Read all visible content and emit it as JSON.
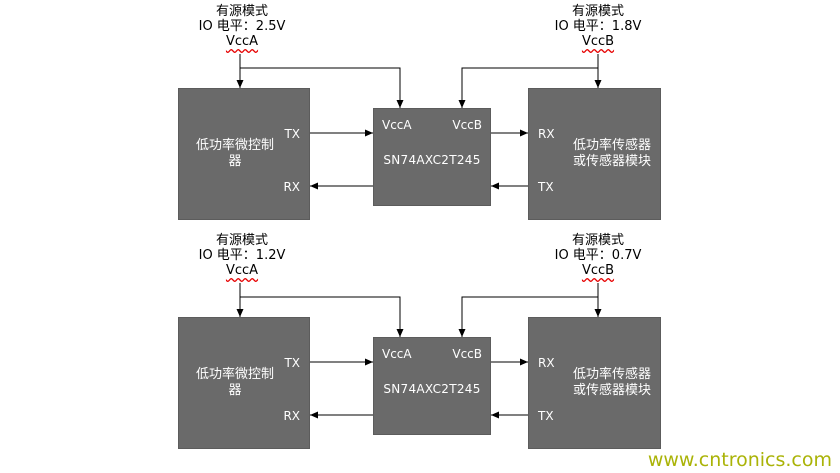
{
  "colors": {
    "block_fill": "#6a6a6a",
    "block_text": "#ffffff",
    "wire": "#000000",
    "rail_underline": "#e60000",
    "watermark": "#aab307"
  },
  "watermark": "www.cntronics.com",
  "diagrams": [
    {
      "vcca_note": {
        "mode": "有源模式",
        "io_level": "IO 电平：2.5V",
        "rail": "VccA"
      },
      "vccb_note": {
        "mode": "有源模式",
        "io_level": "IO 电平：1.8V",
        "rail": "VccB"
      },
      "mcu": {
        "label": "低功率微控制\n器",
        "tx": "TX",
        "rx": "RX"
      },
      "shifter": {
        "vcca": "VccA",
        "vccb": "VccB",
        "part": "SN74AXC2T245"
      },
      "sensor": {
        "label": "低功率传感器\n或传感器模块",
        "rx": "RX",
        "tx": "TX"
      }
    },
    {
      "vcca_note": {
        "mode": "有源模式",
        "io_level": "IO 电平：1.2V",
        "rail": "VccA"
      },
      "vccb_note": {
        "mode": "有源模式",
        "io_level": "IO 电平：0.7V",
        "rail": "VccB"
      },
      "mcu": {
        "label": "低功率微控制\n器",
        "tx": "TX",
        "rx": "RX"
      },
      "shifter": {
        "vcca": "VccA",
        "vccb": "VccB",
        "part": "SN74AXC2T245"
      },
      "sensor": {
        "label": "低功率传感器\n或传感器模块",
        "rx": "RX",
        "tx": "TX"
      }
    }
  ]
}
